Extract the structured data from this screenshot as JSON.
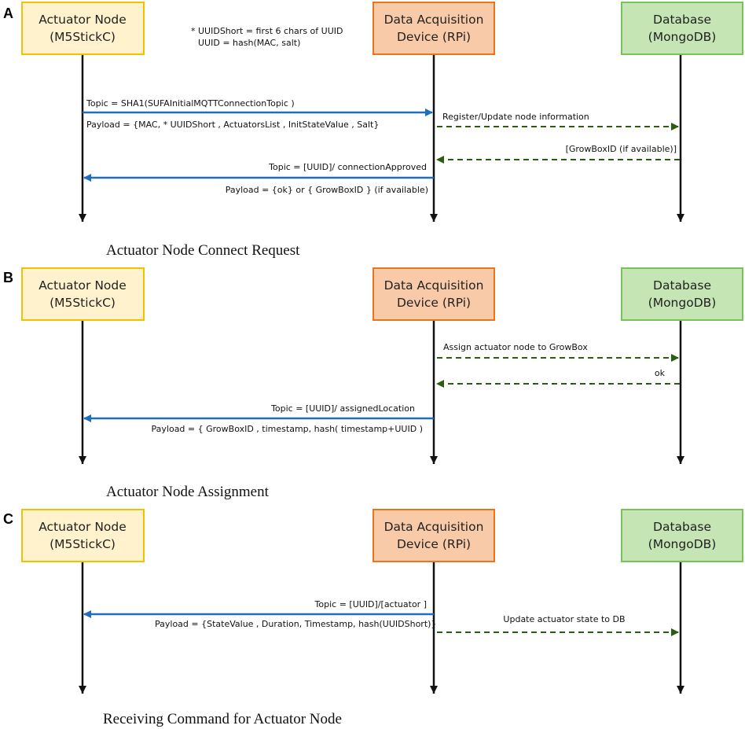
{
  "actors": {
    "actuator": {
      "line1": "Actuator Node",
      "line2": "(M5StickC)"
    },
    "daq": {
      "line1": "Data Acquisition",
      "line2": "Device (RPi)"
    },
    "db": {
      "line1": "Database",
      "line2": "(MongoDB)"
    }
  },
  "colors": {
    "actuator_fill": "#fff2cc",
    "actuator_stroke": "#f2c200",
    "daq_fill": "#f9caa7",
    "daq_stroke": "#e8761e",
    "db_fill": "#c5e6b4",
    "db_stroke": "#79c15a",
    "solid_arrow": "#1f6ec0",
    "dashed_arrow": "#2a5d10"
  },
  "panels": [
    {
      "letter": "A",
      "caption": "Actuator Node Connect Request",
      "note": [
        "* UUIDShort = first 6 chars of UUID",
        "UUID = hash(MAC, salt)"
      ],
      "messages": [
        {
          "from": "actuator",
          "to": "daq",
          "style": "solid",
          "above": "Topic = SHA1(SUFAInitialMQTTConnectionTopic  )",
          "below": "Payload = {MAC, * UUIDShort , ActuatorsList , InitStateValue , Salt}"
        },
        {
          "from": "daq",
          "to": "db",
          "style": "dashed",
          "above": "Register/Update node information",
          "below": ""
        },
        {
          "from": "db",
          "to": "daq",
          "style": "dashed",
          "above": "[GrowBoxID (if available)]",
          "below": ""
        },
        {
          "from": "daq",
          "to": "actuator",
          "style": "solid",
          "above": "Topic = [UUID]/ connectionApproved",
          "below": "Payload = {ok} or { GrowBoxID } (if available)"
        }
      ]
    },
    {
      "letter": "B",
      "caption": "Actuator Node Assignment",
      "note": [],
      "messages": [
        {
          "from": "daq",
          "to": "db",
          "style": "dashed",
          "above": "Assign actuator node to GrowBox",
          "below": ""
        },
        {
          "from": "db",
          "to": "daq",
          "style": "dashed",
          "above": "ok",
          "below": ""
        },
        {
          "from": "daq",
          "to": "actuator",
          "style": "solid",
          "above": "Topic = [UUID]/ assignedLocation",
          "below": "Payload = { GrowBoxID , timestamp, hash( timestamp+UUID )"
        }
      ]
    },
    {
      "letter": "C",
      "caption": "Receiving Command for Actuator Node",
      "note": [],
      "messages": [
        {
          "from": "daq",
          "to": "actuator",
          "style": "solid",
          "above": "Topic = [UUID]/[actuator  ]",
          "below": "Payload = {StateValue , Duration, Timestamp,  hash(UUIDShort)}"
        },
        {
          "from": "daq",
          "to": "db",
          "style": "dashed",
          "above": "Update actuator state to DB",
          "below": ""
        }
      ]
    }
  ]
}
